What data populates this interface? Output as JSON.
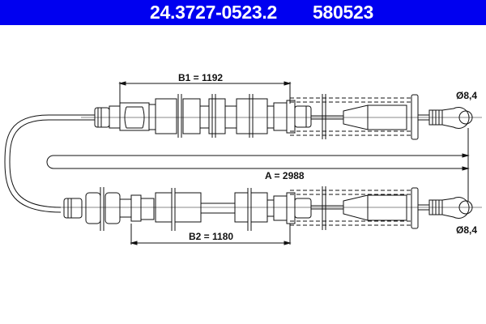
{
  "header": {
    "part_number": "24.3727-0523.2",
    "ref_number": "580523",
    "background_color": "#0000f0"
  },
  "dimensions": {
    "b1": "B1 = 1192",
    "b2": "B2 = 1180",
    "a": "A = 2988",
    "eye_top": "Ø8,4",
    "eye_bottom": "Ø8,4"
  },
  "diagram": {
    "subject": "parking-brake-cable",
    "line_color": "#111111",
    "center_line_color": "#888888"
  }
}
